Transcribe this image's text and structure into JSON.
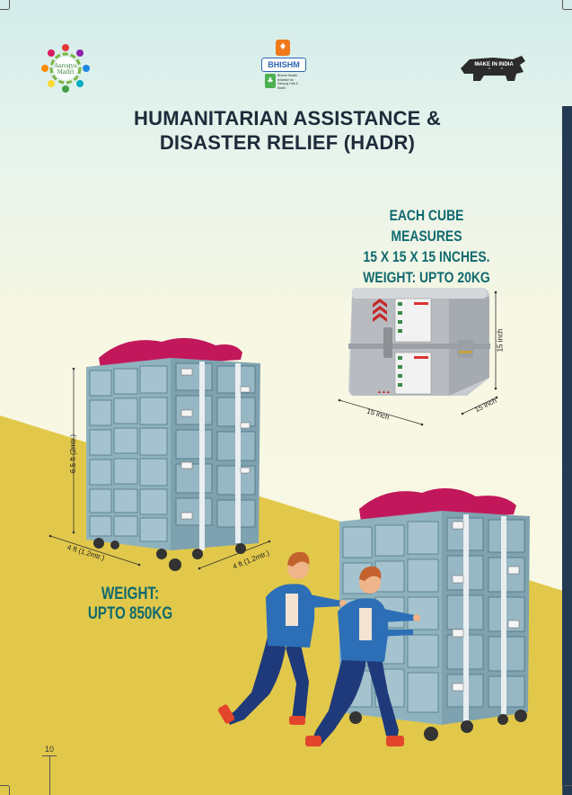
{
  "logos": {
    "left_text": "Aarogya Maitri",
    "center_brand": "BHISHM",
    "center_subtext": "Bharat Health Initiative for Sahyog Hita & Maitri",
    "right_text": "MAKE IN INDIA"
  },
  "title": {
    "line1": "HUMANITARIAN ASSISTANCE &",
    "line2": "DISASTER RELIEF (HADR)"
  },
  "cube_spec": {
    "line1": "EACH CUBE MEASURES",
    "line2": "15 X 15 X 15 INCHES.",
    "line3": "WEIGHT: UPTO 20KG"
  },
  "cube_dims": {
    "width": "15 inch",
    "depth": "15 inch",
    "height": "15 inch"
  },
  "rack_dims": {
    "height": "6.5 ft (2mtr.)",
    "width": "4 ft (1.2mtr.)",
    "depth": "4 ft (1.2mtr.)"
  },
  "weight": {
    "line1": "WEIGHT:",
    "line2": "UPTO 850KG"
  },
  "page_number": "10",
  "colors": {
    "title": "#1e2b3a",
    "accent_teal": "#106a6f",
    "yellow": "#e2c84a",
    "navy": "#243a52"
  }
}
